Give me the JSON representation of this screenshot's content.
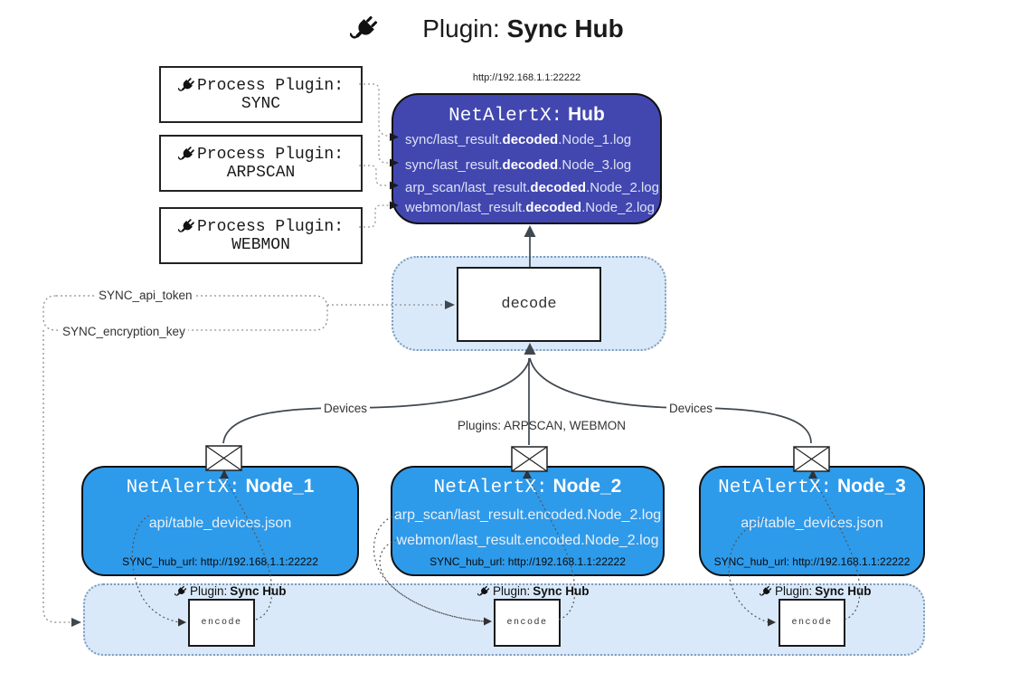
{
  "title": {
    "label": "Plugin:",
    "name": "Sync Hub"
  },
  "process_plugins": {
    "heading": "Process Plugin:",
    "items": [
      "SYNC",
      "ARPSCAN",
      "WEBMON"
    ]
  },
  "hub": {
    "url": "http://192.168.1.1:22222",
    "title_prefix": "NetAlertX:",
    "title_name": "Hub",
    "logs": [
      {
        "pre": "sync/last_result.",
        "em": "decoded",
        "post": ".Node_1.log"
      },
      {
        "pre": "sync/last_result.",
        "em": "decoded",
        "post": ".Node_3.log"
      },
      {
        "pre": "arp_scan/last_result.",
        "em": "decoded",
        "post": ".Node_2.log"
      },
      {
        "pre": "webmon/last_result.",
        "em": "decoded",
        "post": ".Node_2.log"
      }
    ]
  },
  "decode_box": {
    "label": "decode"
  },
  "settings": {
    "api_token": "SYNC_api_token",
    "encryption_key": "SYNC_encryption_key"
  },
  "edge_labels": {
    "devices_left": "Devices",
    "devices_right": "Devices",
    "plugins": "Plugins: ARPSCAN, WEBMON"
  },
  "nodes": [
    {
      "title_prefix": "NetAlertX:",
      "title_name": "Node_1",
      "files": [
        "api/table_devices.json"
      ],
      "hub_url": "SYNC_hub_url: http://192.168.1.1:22222"
    },
    {
      "title_prefix": "NetAlertX:",
      "title_name": "Node_2",
      "files": [
        "arp_scan/last_result.encoded.Node_2.log",
        "webmon/last_result.encoded.Node_2.log"
      ],
      "hub_url": "SYNC_hub_url: http://192.168.1.1:22222"
    },
    {
      "title_prefix": "NetAlertX:",
      "title_name": "Node_3",
      "files": [
        "api/table_devices.json"
      ],
      "hub_url": "SYNC_hub_url: http://192.168.1.1:22222"
    }
  ],
  "encoder_band": {
    "label_prefix": "Plugin:",
    "label_name": "Sync Hub",
    "encode_label": "encode"
  },
  "colors": {
    "hub_fill": "#4247b0",
    "node_fill": "#2e9aea",
    "band_fill": "#d9e9fa",
    "band_border": "#7d9cbc",
    "arrow": "#3f474f"
  }
}
